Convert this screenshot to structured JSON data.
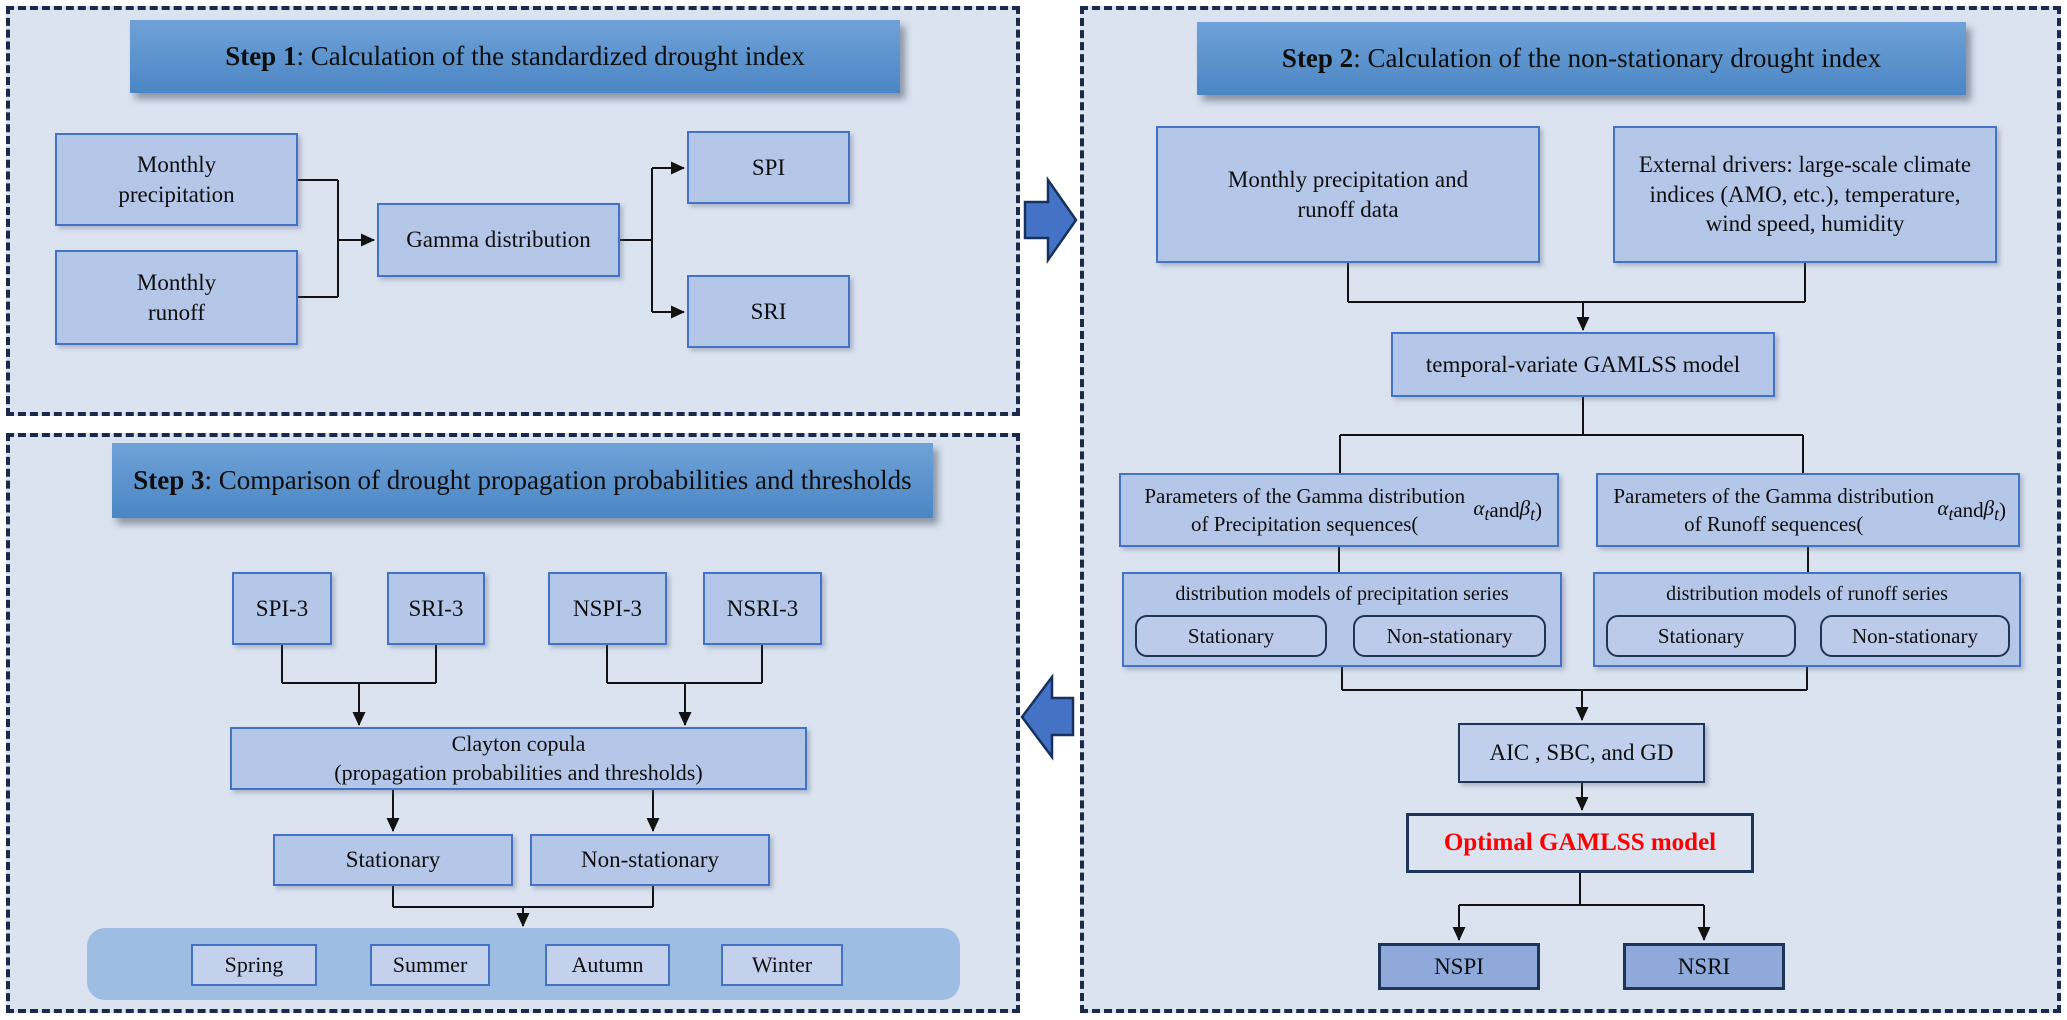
{
  "colors": {
    "panel_bg": "#dbe3f1",
    "panel_border": "#1b2a4a",
    "box_fill": "#b5c7e8",
    "box_border": "#4472c4",
    "dark_border": "#1f3557",
    "header_grad_top": "#6fa2d8",
    "header_grad_bottom": "#4b86c4",
    "nsi_fill": "#8fa9db",
    "season_container_fill": "#9dbde3",
    "optimal_text": "#ff0000",
    "big_arrow_fill": "#4472c4"
  },
  "step1": {
    "header_prefix": "Step 1",
    "header_rest": ": Calculation of the standardized drought index",
    "boxes": {
      "monthly_precipitation": "Monthly precipitation",
      "monthly_runoff": "Monthly runoff",
      "gamma": "Gamma distribution",
      "spi": "SPI",
      "sri": "SRI"
    }
  },
  "step2": {
    "header_prefix": "Step 2",
    "header_rest": ": Calculation of the non-stationary drought index",
    "boxes": {
      "input_data": "Monthly precipitation and runoff data",
      "external_drivers": "External drivers: large-scale climate indices (AMO, etc.), temperature, wind speed, humidity",
      "gamlss": "temporal-variate GAMLSS model",
      "params_precip_html": "Parameters of the Gamma distribution of Precipitation sequences(<i>α<sub>t</sub></i> and <i>β<sub>t</sub></i>)",
      "params_runoff_html": "Parameters of the Gamma distribution of Runoff sequences(<i>α<sub>t</sub></i> and <i>β<sub>t</sub></i>)",
      "dist_precip_title": "distribution models of precipitation series",
      "dist_runoff_title": "distribution models of runoff series",
      "stationary": "Stationary",
      "non_stationary": "Non-stationary",
      "criteria": "AIC , SBC, and GD",
      "optimal": "Optimal GAMLSS model",
      "nspi": "NSPI",
      "nsri": "NSRI"
    }
  },
  "step3": {
    "header_prefix": "Step 3",
    "header_rest": ": Comparison of drought propagation probabilities and thresholds",
    "boxes": {
      "spi3": "SPI-3",
      "sri3": "SRI-3",
      "nspi3": "NSPI-3",
      "nsri3": "NSRI-3",
      "clayton_line1": "Clayton copula",
      "clayton_line2": "(propagation probabilities and thresholds)",
      "stationary": "Stationary",
      "non_stationary": "Non-stationary",
      "seasons": [
        "Spring",
        "Summer",
        "Autumn",
        "Winter"
      ]
    }
  }
}
